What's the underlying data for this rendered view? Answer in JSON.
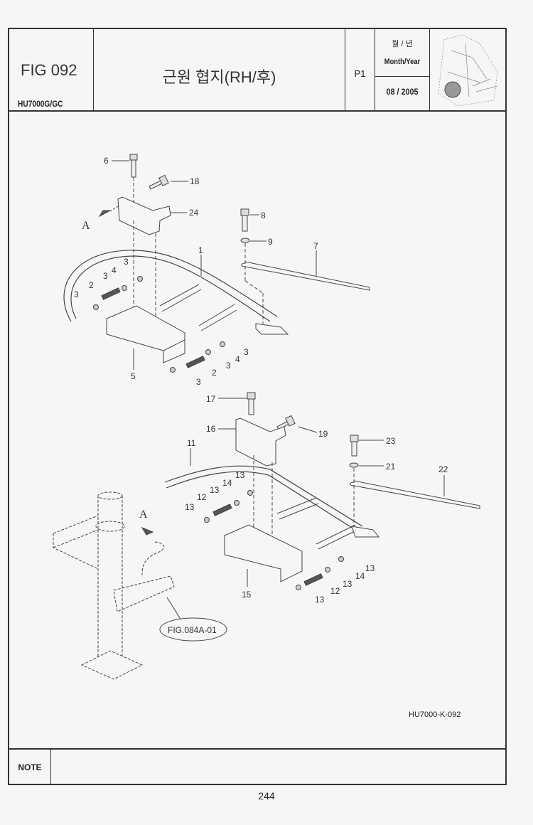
{
  "header": {
    "figure_number": "FIG 092",
    "model": "HU7000G/GC",
    "title": "근원 협지(RH/후)",
    "page_part": "P1",
    "date_label_kr": "월 / 년",
    "date_label_en": "Month/Year",
    "date_value": "08 / 2005",
    "thumbnail": "locator-thumbnail"
  },
  "diagram": {
    "reference_code": "HU7000-K-092",
    "view_marker": "A",
    "cross_reference": "FIG.084A-01",
    "callouts_upper": [
      "1",
      "2",
      "2",
      "3",
      "3",
      "3",
      "3",
      "3",
      "3",
      "4",
      "4",
      "5",
      "6",
      "7",
      "8",
      "9",
      "18",
      "24"
    ],
    "callouts_lower": [
      "11",
      "12",
      "12",
      "13",
      "13",
      "13",
      "13",
      "13",
      "13",
      "14",
      "14",
      "15",
      "16",
      "17",
      "19",
      "21",
      "22",
      "23"
    ]
  },
  "note": {
    "label": "NOTE",
    "text": ""
  },
  "page_number": "244"
}
